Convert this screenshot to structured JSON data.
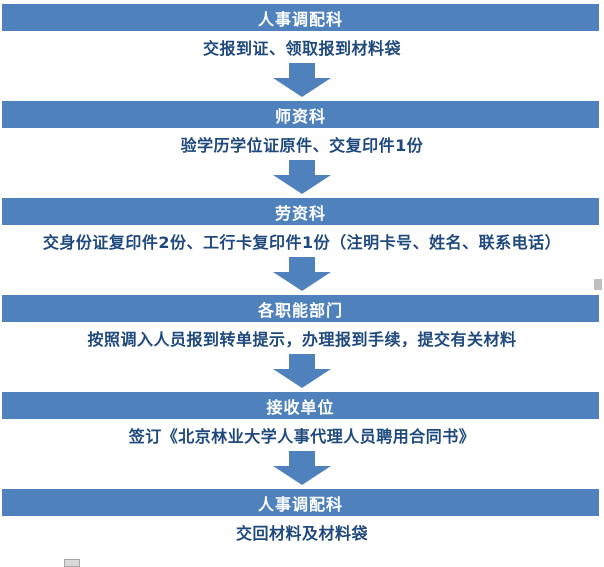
{
  "flow": {
    "steps": [
      {
        "title": "人事调配科",
        "action": "交报到证、领取报到材料袋"
      },
      {
        "title": "师资科",
        "action": "验学历学位证原件、交复印件1份"
      },
      {
        "title": "劳资科",
        "action": "交身份证复印件2份、工行卡复印件1份（注明卡号、姓名、联系电话）"
      },
      {
        "title": "各职能部门",
        "action": "按照调入人员报到转单提示，办理报到手续，提交有关材料"
      },
      {
        "title": "接收单位",
        "action": "签订《北京林业大学人事代理人员聘用合同书》"
      },
      {
        "title": "人事调配科",
        "action": "交回材料及材料袋"
      }
    ],
    "colors": {
      "bar_fill": "#4f81bd",
      "bar_text": "#ffffff",
      "arrow_fill": "#4f81bd",
      "action_text": "#1f497d",
      "background": "#ffffff"
    }
  }
}
